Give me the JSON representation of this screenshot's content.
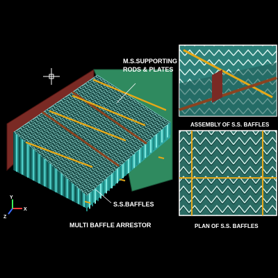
{
  "labels": {
    "rods_line1": "M.S.SUPPORTING",
    "rods_line2": "RODS & PLATES",
    "baffles": "S.S.BAFFLES",
    "main_caption": "MULTI BAFFLE ARRESTOR",
    "assembly_caption": "ASSEMBLY OF S.S. BAFFLES",
    "plan_caption": "PLAN OF  S.S. BAFFLES"
  },
  "ucs_axes": {
    "x": "X",
    "y": "Y",
    "z": "Z"
  },
  "colors": {
    "background": "#000000",
    "plate_left": "#7a2a24",
    "plate_right": "#2f8a5f",
    "baffle": "#3fc4bd",
    "baffle_dark": "#1f7f7a",
    "rod_yellow": "#e6a817",
    "rod_brown": "#7a3b1f",
    "text": "#ffffff"
  },
  "icons": [
    "crosshair-cursor-icon",
    "ucs-axes-icon"
  ]
}
